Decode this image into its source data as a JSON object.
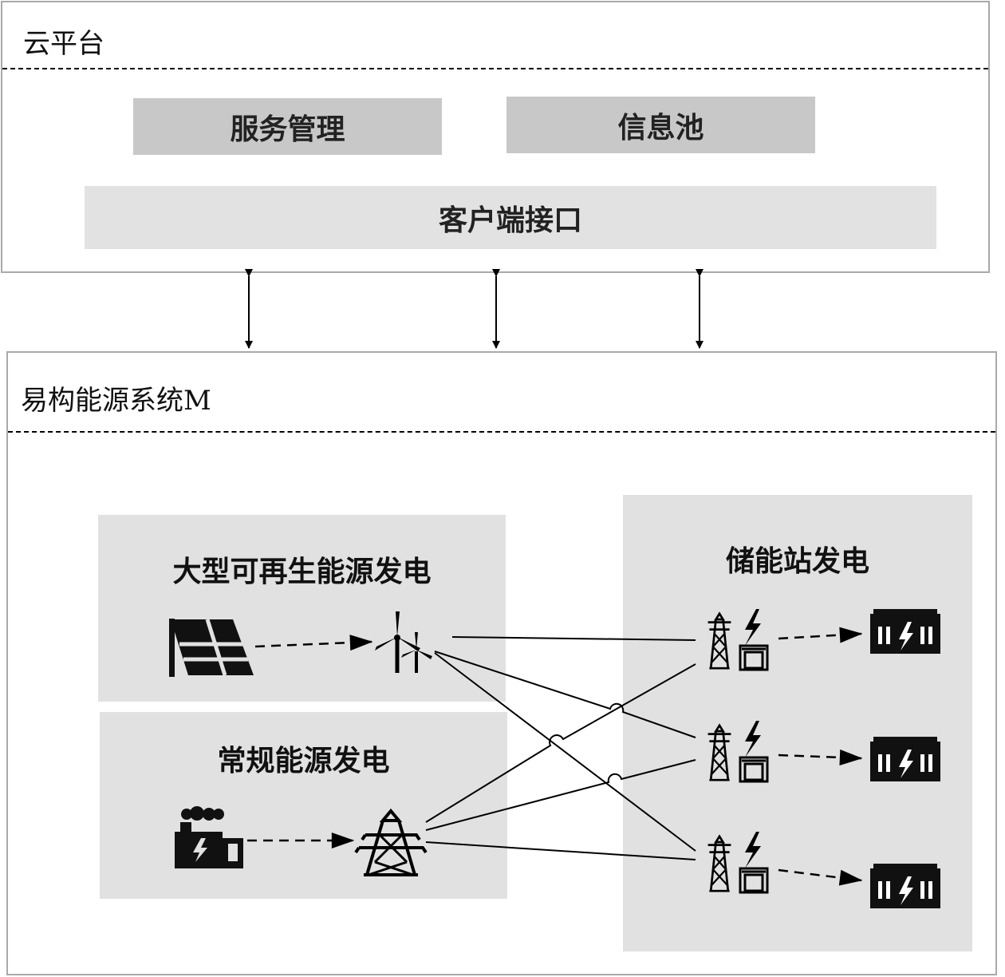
{
  "cloud": {
    "title": "云平台",
    "service_management": "服务管理",
    "info_pool": "信息池",
    "client_interface": "客户端接口"
  },
  "system": {
    "title": "易构能源系统M",
    "renewable": {
      "title": "大型可再生能源发电",
      "icons": [
        "solar-panel-icon",
        "wind-turbine-icon"
      ]
    },
    "conventional": {
      "title": "常规能源发电",
      "icons": [
        "power-plant-icon",
        "transmission-tower-icon"
      ]
    },
    "storage": {
      "title": "储能站发电",
      "icons": [
        "substation-icon",
        "battery-storage-icon"
      ]
    }
  }
}
